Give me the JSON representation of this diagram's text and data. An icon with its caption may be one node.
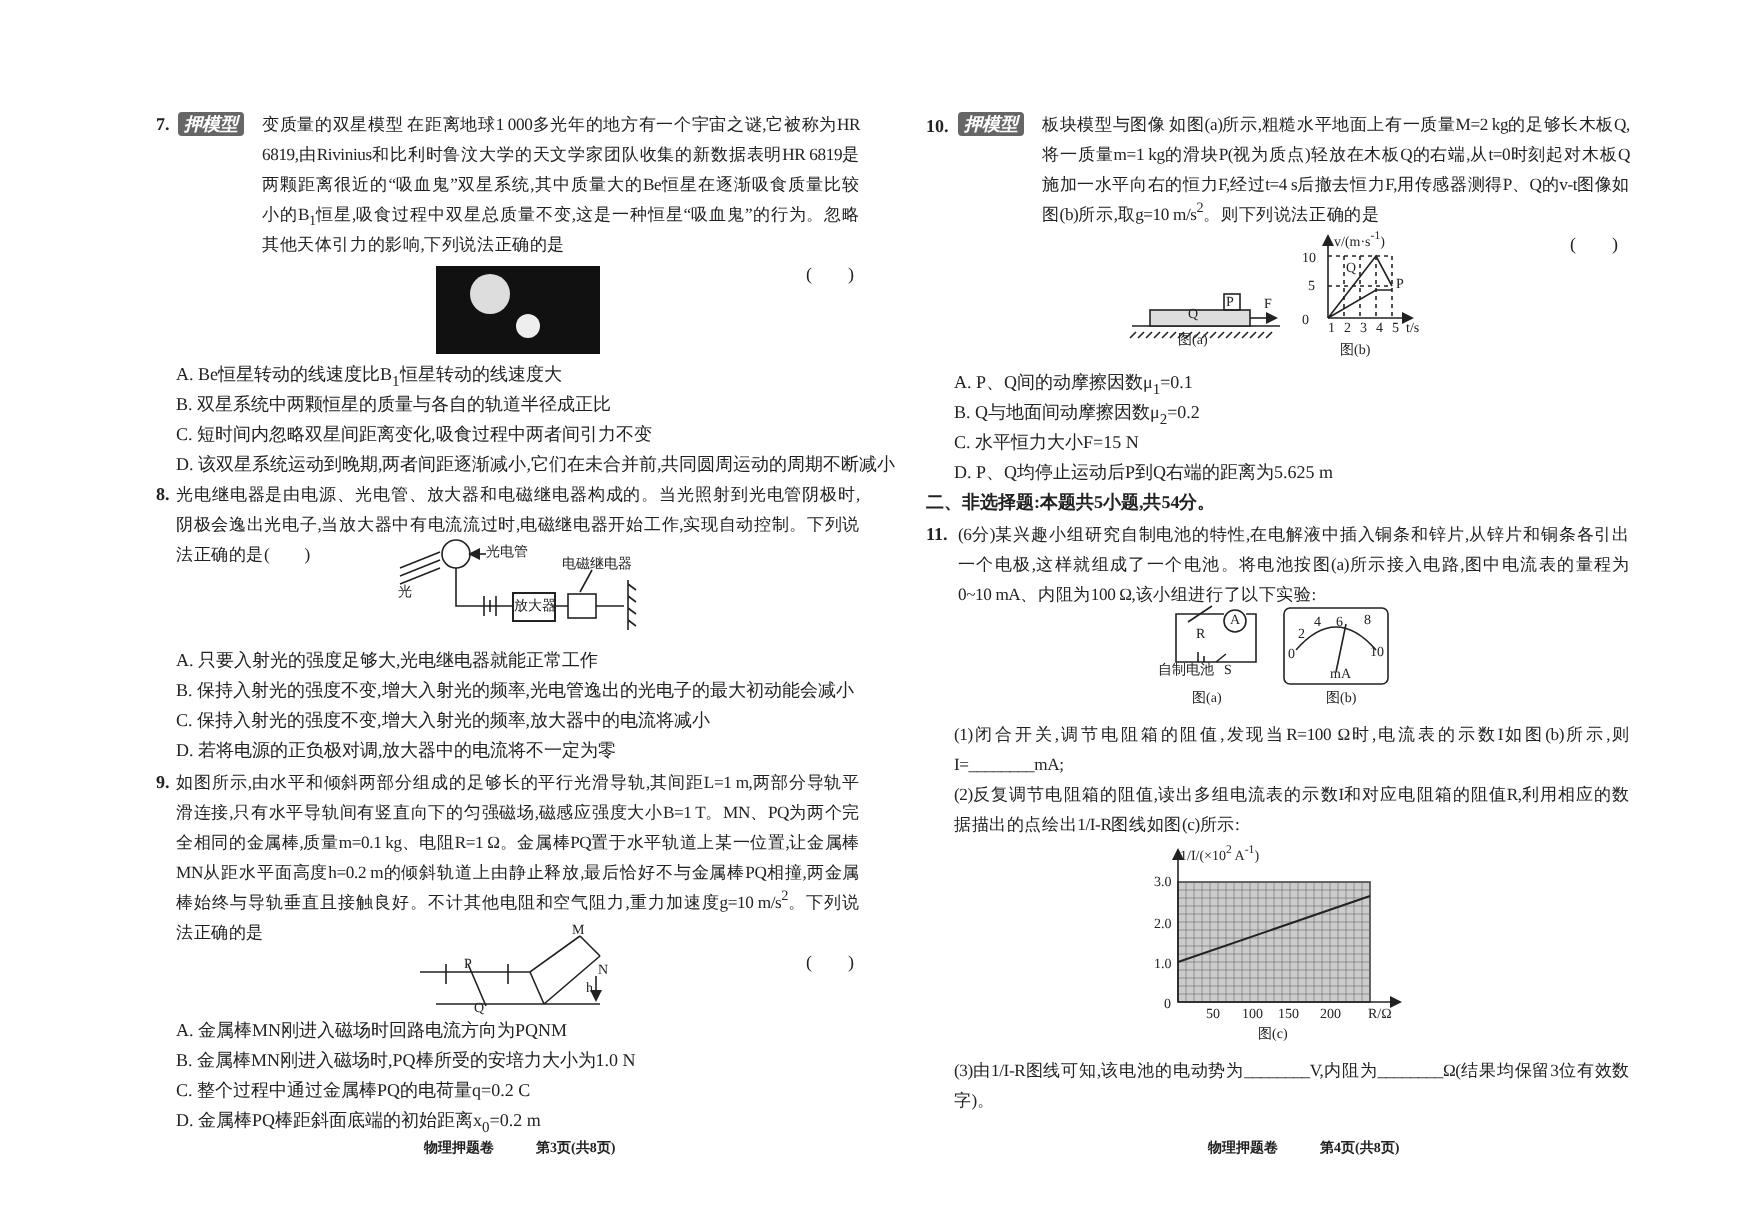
{
  "diagram": {
    "nodes": [
      {
        "text": [
          "光电管"
        ]
      },
      {
        "text": [],
        "shape": "circle"
      },
      {
        "text": [
          "放大器"
        ]
      }
    ],
    "edges": [
      {
        "from": 0,
        "to": 1,
        "arrow": "to"
      },
      {
        "from": 1,
        "to": 2,
        "arrow": "none"
      }
    ],
    "labels": [
      "7.",
      "押模型",
      "变质量的双星模型 在距离地球1 000多光年的地方有一个宇宙之谜,它被称为HR 6819,由Rivinius和比利时鲁汶大学的天文学家团队收集的新数据表明HR 6819是两颗距离很近的“吸血鬼”双星系统,其中质量大的Be恒星在逐渐吸食质量比较小的B$_{1}$恒星,吸食过程中双星总质量不变,这是一种恒星“吸血鬼”的行为。忽略其他天体引力的影响,下列说法正确的是",
      "(　　)",
      "A. Be恒星转动的线速度比B$_{1}$恒星转动的线速度大",
      "B. 双星系统中两颗恒星的质量与各自的轨道半径成正比",
      "C. 短时间内忽略双星间距离变化,吸食过程中两者间引力不变",
      "D. 该双星系统运动到晚期,两者间距逐渐减小,它们在未合并前,共同圆周运动的周期不断减小",
      "8.",
      "光电继电器是由电源、光电管、放大器和电磁继电器构成的。当光照射到光电管阴极时,阴极会逸出光电子,当放大器中有电流流过时,电磁继电器开始工作,实现自动控制。下列说法正确的是(　　)",
      "光",
      "电磁继电器",
      "A. 只要入射光的强度足够大,光电继电器就能正常工作",
      "B. 保持入射光的强度不变,增大入射光的频率,光电管逸出的光电子的最大初动能会减小",
      "C. 保持入射光的强度不变,增大入射光的频率,放大器中的电流将减小",
      "D. 若将电源的正负极对调,放大器中的电流将不一定为零",
      "9.",
      "如图所示,由水平和倾斜两部分组成的足够长的平行光滑导轨,其间距L=1 m,两部分导轨平滑连接,只有水平导轨间有竖直向下的匀强磁场,磁感应强度大小B=1 T。MN、PQ为两个完全相同的金属棒,质量m=0.1 kg、电阻R=1 Ω。金属棒PQ置于水平轨道上某一位置,让金属棒MN从距水平面高度h=0.2 m的倾斜轨道上由静止释放,最后恰好不与金属棒PQ相撞,两金属棒始终与导轨垂直且接触良好。不计其他电阻和空气阻力,重力加速度g=10 m/s$^{2}$。下列说法正确的是",
      "(　　)",
      "M",
      "P",
      "N",
      "h",
      "Q",
      "A. 金属棒MN刚进入磁场时回路电流方向为PQNM",
      "B. 金属棒MN刚进入磁场时,PQ棒所受的安培力大小为1.0 N",
      "C. 整个过程中通过金属棒PQ的电荷量q=0.2 C",
      "D. 金属棒PQ棒距斜面底端的初始距离x$_{0}$=0.2 m",
      "物理押题卷",
      "第3页(共8页)",
      "10.",
      "押模型",
      "板块模型与图像 如图(a)所示,粗糙水平地面上有一质量M=2 kg的足够长木板Q,将一质量m=1 kg的滑块P(视为质点)轻放在木板Q的右端,从t=0时刻起对木板Q施加一水平向右的恒力F,经过t=4 s后撤去恒力F,用传感器测得P、Q的v-t图像如图(b)所示,取g=10 m/s$^{2}$。则下列说法正确的是",
      "(　　)",
      "Q",
      "P",
      "F",
      "图(a)",
      "v/(m·s$^{-1}$)",
      "10",
      "5",
      "0",
      "1",
      "2",
      "3",
      "4",
      "5",
      "t/s",
      "Q",
      "P",
      "图(b)",
      "A. P、Q间的动摩擦因数μ$_{1}$=0.1",
      "B. Q与地面间动摩擦因数μ$_{2}$=0.2",
      "C. 水平恒力大小F=15 N",
      "D. P、Q均停止运动后P到Q右端的距离为5.625 m",
      "二、非选择题:本题共5小题,共54分。",
      "11.",
      "(6分)某兴趣小组研究自制电池的特性,在电解液中插入铜条和锌片,从锌片和铜条各引出一个电极,这样就组成了一个电池。将电池按图(a)所示接入电路,图中电流表的量程为0~10 mA、内阻为100 Ω,该小组进行了以下实验:",
      "R",
      "A",
      "自制电池",
      "S",
      "图(a)",
      "0",
      "2",
      "4",
      "6",
      "8",
      "10",
      "mA",
      "图(b)",
      "(1)闭合开关,调节电阻箱的阻值,发现当R=100 Ω时,电流表的示数I如图(b)所示,则I=________mA;",
      "(2)反复调节电阻箱的阻值,读出多组电流表的示数I和对应电阻箱的阻值R,利用相应的数据描出的点绘出1/I-R图线如图(c)所示:",
      "1/I/(×10$^{2}$ A$^{-1}$)",
      "3.0",
      "2.0",
      "1.0",
      "0",
      "50",
      "100",
      "150",
      "200",
      "R/Ω",
      "图(c)",
      "(3)由1/I-R图线可知,该电池的电动势为________V,内阻为________Ω(结果均保留3位有效数字)。",
      "物理押题卷",
      "第4页(共8页)"
    ]
  }
}
